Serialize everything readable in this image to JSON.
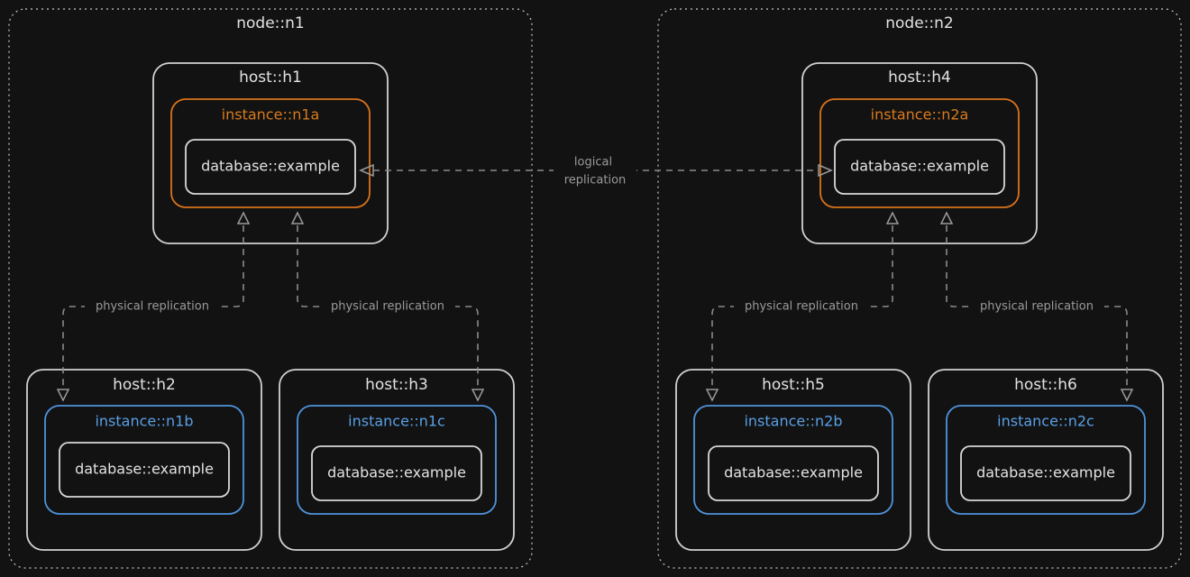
{
  "nodes": [
    {
      "label": "node::n1"
    },
    {
      "label": "node::n2"
    }
  ],
  "hosts": {
    "h1": "host::h1",
    "h2": "host::h2",
    "h3": "host::h3",
    "h4": "host::h4",
    "h5": "host::h5",
    "h6": "host::h6"
  },
  "instances": {
    "n1a": "instance::n1a",
    "n1b": "instance::n1b",
    "n1c": "instance::n1c",
    "n2a": "instance::n2a",
    "n2b": "instance::n2b",
    "n2c": "instance::n2c"
  },
  "database_label": "database::example",
  "edges": {
    "logical_line1": "logical",
    "logical_line2": "replication",
    "physical": "physical replication"
  },
  "colors": {
    "background": "#121212",
    "primary_instance": "#d9731c",
    "replica_instance": "#4f93db",
    "box_stroke": "#d2d2d2",
    "edge": "#8a8a8a"
  }
}
